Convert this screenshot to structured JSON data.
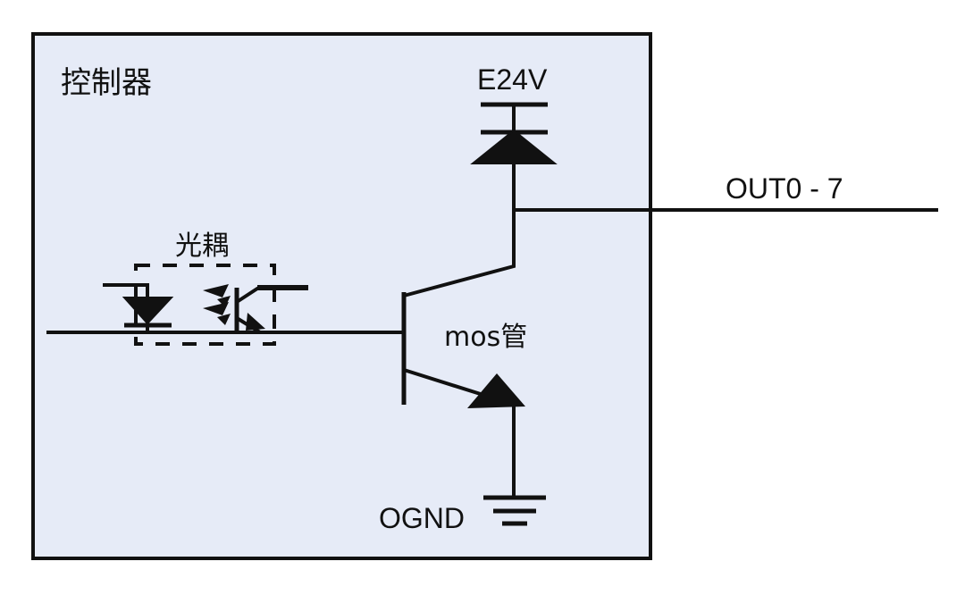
{
  "diagram": {
    "title": "控制器",
    "background_color": "#ffffff",
    "enclosure_fill": "#e6ebf7",
    "stroke_color": "#111111",
    "labels": {
      "controller": "控制器",
      "optocoupler": "光耦",
      "supply": "E24V",
      "mosfet": "mos管",
      "ground": "OGND",
      "output": "OUT0 - 7"
    },
    "components": [
      {
        "name": "controller-enclosure",
        "type": "boundary-box",
        "label": "控制器"
      },
      {
        "name": "optocoupler",
        "type": "optocoupler",
        "label": "光耦"
      },
      {
        "name": "flyback-diode",
        "type": "diode",
        "label": "E24V"
      },
      {
        "name": "mos-transistor",
        "type": "transistor",
        "label": "mos管"
      },
      {
        "name": "ground-symbol",
        "type": "ground",
        "label": "OGND"
      },
      {
        "name": "output-net",
        "type": "wire",
        "label": "OUT0 - 7"
      }
    ]
  }
}
